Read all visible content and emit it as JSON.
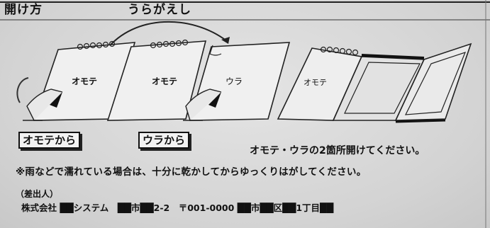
{
  "title": "開け方",
  "flip_label": "うらがえし",
  "diagram": {
    "label_front_1": "オモテ",
    "label_front_2": "オモテ",
    "label_back": "ウラ",
    "label_open": "オモテ"
  },
  "buttons": {
    "from_front": "オモテから",
    "from_back": "ウラから"
  },
  "instruction": "オモテ・ウラの2箇所開けてください。",
  "note": "※雨などで濡れている場合は、十分に乾かしてからゆっくりはがしてください。",
  "sender": {
    "heading": "（差出人）",
    "line": "株式会社 ██システム　██市██2-2　〒001-0000 ██市██区██1丁目██"
  }
}
